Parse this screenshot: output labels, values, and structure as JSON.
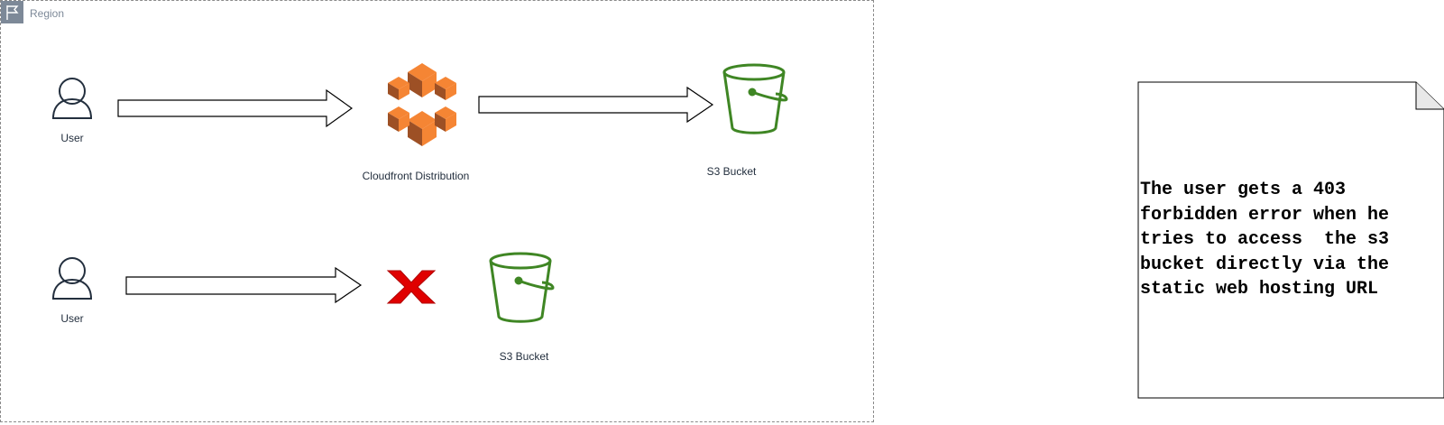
{
  "region": {
    "label": "Region"
  },
  "flow_top": {
    "user_label": "User",
    "cloudfront_label": "Cloudfront Distribution",
    "bucket_label": "S3 Bucket"
  },
  "flow_bottom": {
    "user_label": "User",
    "bucket_label": "S3 Bucket"
  },
  "note": {
    "text": "The user gets a 403\nforbidden error when he\ntries to access  the s3\nbucket directly via the\nstatic web hosting URL"
  },
  "colors": {
    "region_border": "#8a8a8a",
    "region_label": "#7d8998",
    "user_icon": "#232f3e",
    "s3_green": "#3f8624",
    "cloudfront_orange": "#f58534",
    "error_red": "#e00000"
  },
  "icons": [
    "region-flag-icon",
    "user-icon",
    "cloudfront-icon",
    "s3-bucket-icon",
    "error-x-icon",
    "arrow-icon"
  ]
}
